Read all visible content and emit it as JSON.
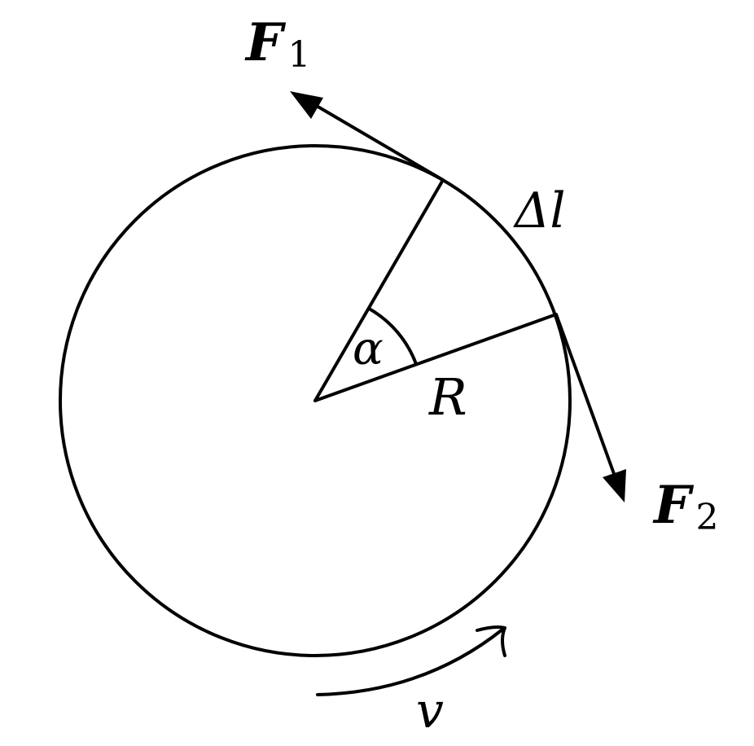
{
  "labels": {
    "force1": "F",
    "force1_sub": "1",
    "force2": "F",
    "force2_sub": "2",
    "arc_length": "Δl",
    "angle": "α",
    "radius": "R",
    "velocity": "v"
  },
  "colors": {
    "ink": "#000000",
    "background": "#ffffff"
  }
}
